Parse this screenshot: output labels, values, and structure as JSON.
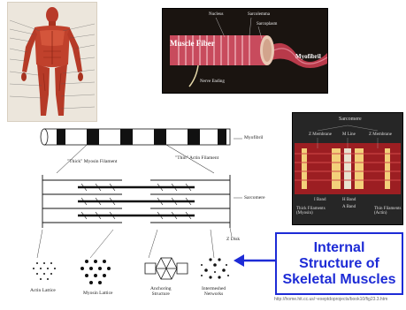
{
  "muscle_fiber_panel": {
    "labels": {
      "nucleus": "Nucleus",
      "sarcolemma": "Sarcolemma",
      "sarcoplasm": "Sarcoplasm",
      "muscle_fiber": "Muscle Fiber",
      "myofibril": "Myofibril",
      "nerve_ending": "Nerve Ending"
    }
  },
  "sarcomere_panel": {
    "labels": {
      "title": "Sarcomere",
      "z_membrane_left": "Z Membrane",
      "m_line": "M Line",
      "z_membrane_right": "Z Membrane",
      "i_band": "I Band",
      "h_band": "H Band",
      "a_band": "A Band",
      "thick_filaments": "Thick Filaments\n(Myosin)",
      "thin_filaments": "Thin Filaments\n(Actin)"
    }
  },
  "sketch_panel": {
    "labels": {
      "myofibril": "Myofibril",
      "thick": "\"Thick\" Myosin Filament",
      "thin": "\"Thin\" Actin Filament",
      "sarcomere": "Sarcomere",
      "z_disk": "Z Disk",
      "actin_lattice": "Actin Lattice",
      "myosin_lattice": "Myosin Lattice",
      "anchoring": "Anchoring\nStructure",
      "intermeshed": "Intermeshed\nNetworks"
    }
  },
  "callout": {
    "text": "Internal\nStructure of\nSkeletal Muscles"
  },
  "source_url": "http://home.hit.cc.us/~exeptdoprojects/book10/fig23.3.htm"
}
